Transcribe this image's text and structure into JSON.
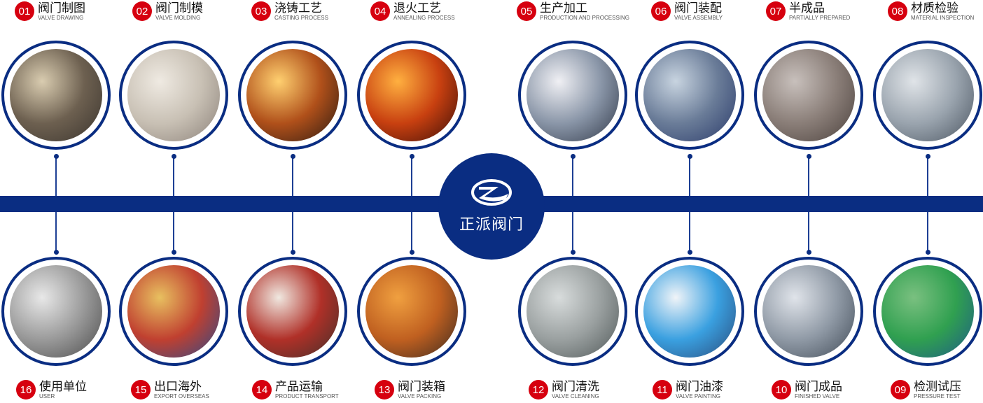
{
  "brand": {
    "name": "正派阀门",
    "logo_icon": "zp-swoosh-logo"
  },
  "colors": {
    "primary": "#0a2d82",
    "badge": "#d6000f"
  },
  "steps": [
    {
      "num": "01",
      "cn": "阀门制图",
      "en": "VALVE DRAWING",
      "photo": [
        "#d9ccb0",
        "#6d6050",
        "#3a342e"
      ]
    },
    {
      "num": "02",
      "cn": "阀门制模",
      "en": "VALVE MOLDING",
      "photo": [
        "#efeae2",
        "#c8c0b4",
        "#8a8078"
      ]
    },
    {
      "num": "03",
      "cn": "浇铸工艺",
      "en": "CASTING PROCESS",
      "photo": [
        "#ffd070",
        "#b0501a",
        "#2a1a12"
      ]
    },
    {
      "num": "04",
      "cn": "退火工艺",
      "en": "ANNEALING PROCESS",
      "photo": [
        "#ffb040",
        "#c84010",
        "#3a0e08"
      ]
    },
    {
      "num": "05",
      "cn": "生产加工",
      "en": "PRODUCTION AND PROCESSING",
      "photo": [
        "#f0f0f4",
        "#8a96a8",
        "#303848"
      ]
    },
    {
      "num": "06",
      "cn": "阀门装配",
      "en": "VALVE ASSEMBLY",
      "photo": [
        "#c8d4e0",
        "#6a7c98",
        "#2a3a6a"
      ]
    },
    {
      "num": "07",
      "cn": "半成品",
      "en": "PARTIALLY PREPARED",
      "photo": [
        "#c8c0bc",
        "#8a7e78",
        "#4a403c"
      ]
    },
    {
      "num": "08",
      "cn": "材质检验",
      "en": "MATERIAL INSPECTION",
      "photo": [
        "#e0e4e8",
        "#9aa4ae",
        "#4a5460"
      ]
    },
    {
      "num": "09",
      "cn": "检测试压",
      "en": "PRESSURE TEST",
      "photo": [
        "#7ac080",
        "#30a050",
        "#1e5a88"
      ]
    },
    {
      "num": "10",
      "cn": "阀门成品",
      "en": "FINISHED VALVE",
      "photo": [
        "#e0e4ea",
        "#909aa6",
        "#404a56"
      ]
    },
    {
      "num": "11",
      "cn": "阀门油漆",
      "en": "VALVE PAINTING",
      "photo": [
        "#f0f4f8",
        "#3aa0e0",
        "#2a4a7a"
      ]
    },
    {
      "num": "12",
      "cn": "阀门清洗",
      "en": "VALVE CLEANING",
      "photo": [
        "#d8dcdc",
        "#9aa0a0",
        "#505858"
      ]
    },
    {
      "num": "13",
      "cn": "阀门装箱",
      "en": "VALVE PACKING",
      "photo": [
        "#f0a040",
        "#c06020",
        "#3a2a20"
      ]
    },
    {
      "num": "14",
      "cn": "产品运输",
      "en": "PRODUCT TRANSPORT",
      "photo": [
        "#f0e8e0",
        "#b03028",
        "#40302a"
      ]
    },
    {
      "num": "15",
      "cn": "出口海外",
      "en": "EXPORT OVERSEAS",
      "photo": [
        "#e8c060",
        "#c04030",
        "#2a4a8a"
      ]
    },
    {
      "num": "16",
      "cn": "使用单位",
      "en": "USER",
      "photo": [
        "#e8e8e8",
        "#9a9a9a",
        "#4a4a4a"
      ]
    }
  ]
}
